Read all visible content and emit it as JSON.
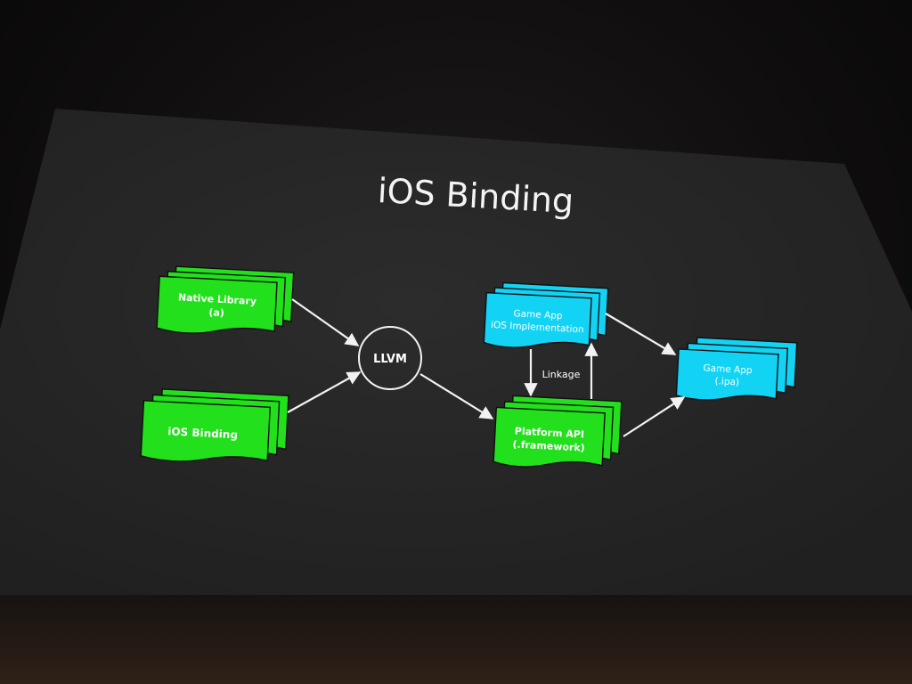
{
  "slide": {
    "title": "iOS Binding"
  },
  "nodes": {
    "native_library": {
      "line1": "Native Library",
      "line2": "(a)"
    },
    "ios_binding": {
      "line1": "iOS Binding"
    },
    "llvm": {
      "label": "LLVM"
    },
    "game_app_impl": {
      "line1": "Game App",
      "line2": "iOS Implementation"
    },
    "platform_api": {
      "line1": "Platform API",
      "line2": "(.framework)"
    },
    "game_app_ipa": {
      "line1": "Game App",
      "line2": "(.ipa)"
    }
  },
  "edges": {
    "linkage_label": "Linkage"
  },
  "colors": {
    "input_nodes": "#22e01c",
    "output_nodes": "#13d3f4",
    "slide_background": "#262626",
    "arrows": "#f2f2f2"
  }
}
